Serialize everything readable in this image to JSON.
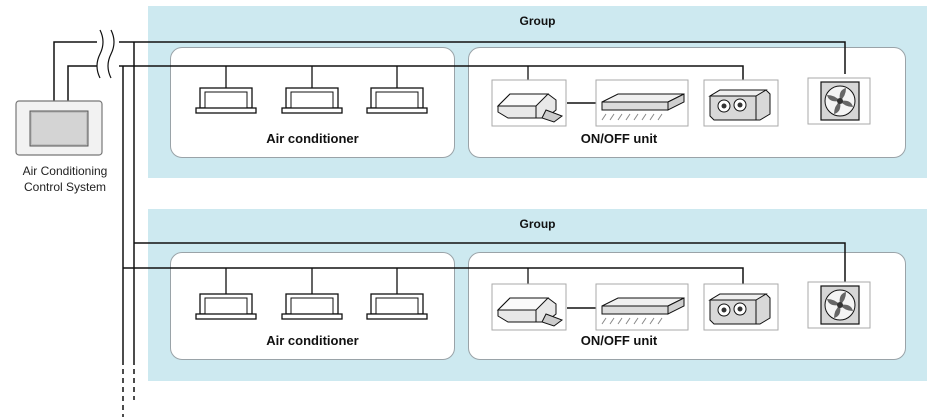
{
  "controller": {
    "line1": "Air Conditioning",
    "line2": "Control System"
  },
  "groups": [
    {
      "label": "Group",
      "ac_label": "Air conditioner",
      "onoff_label": "ON/OFF unit"
    },
    {
      "label": "Group",
      "ac_label": "Air conditioner",
      "onoff_label": "ON/OFF unit"
    }
  ],
  "icons": {
    "ac_unit": "ceiling-cassette-icon",
    "duct": "ducted-unit-icon",
    "grille": "linear-grille-icon",
    "heat_exchanger": "heat-exchanger-icon",
    "fan": "ventilation-fan-icon"
  },
  "colors": {
    "group_band": "#cde9f0",
    "box_border": "#9aa3a8",
    "wire": "#111111"
  }
}
